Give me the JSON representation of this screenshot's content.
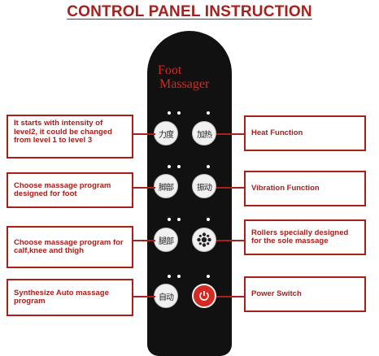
{
  "title": "CONTROL PANEL INSTRUCTION",
  "remote": {
    "brand_line1": "Foot",
    "brand_line2": "Massager",
    "buttons": {
      "intensity_glyph": "力度",
      "heat_glyph": "加热",
      "foot_program_glyph": "脚部",
      "vibration_glyph": "振动",
      "calf_program_glyph": "腿部",
      "auto_glyph": "自动"
    }
  },
  "labels": {
    "intensity": "It starts with intensity of level2, it could be changed from level 1 to level 3",
    "heat": "Heat Function",
    "foot_program": "Choose massage program designed for foot",
    "vibration": "Vibration Function",
    "calf_program": "Choose massage program for calf,knee and thigh",
    "rollers": "Rollers specially designed for the sole massage",
    "auto_program": "Synthesize Auto massage program",
    "power": "Power Switch"
  },
  "colors": {
    "accent": "#a8201c",
    "remote_body": "#111111",
    "power_button": "#d42a22"
  }
}
